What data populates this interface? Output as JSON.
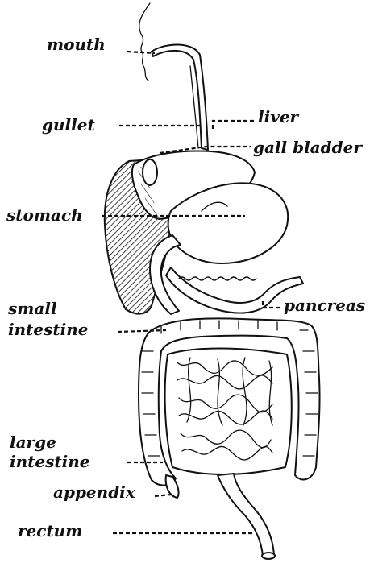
{
  "labels": {
    "mouth": "mouth",
    "gullet": "gullet",
    "liver": "liver",
    "gall_bladder": "gall bladder",
    "stomach": "stomach",
    "small_intestine_1": "small",
    "small_intestine_2": "intestine",
    "pancreas": "pancreas",
    "large_intestine_1": "large",
    "large_intestine_2": "intestine",
    "appendix": "appendix",
    "rectum": "rectum"
  },
  "colors": {
    "ink": "#111111",
    "paper": "#ffffff"
  }
}
